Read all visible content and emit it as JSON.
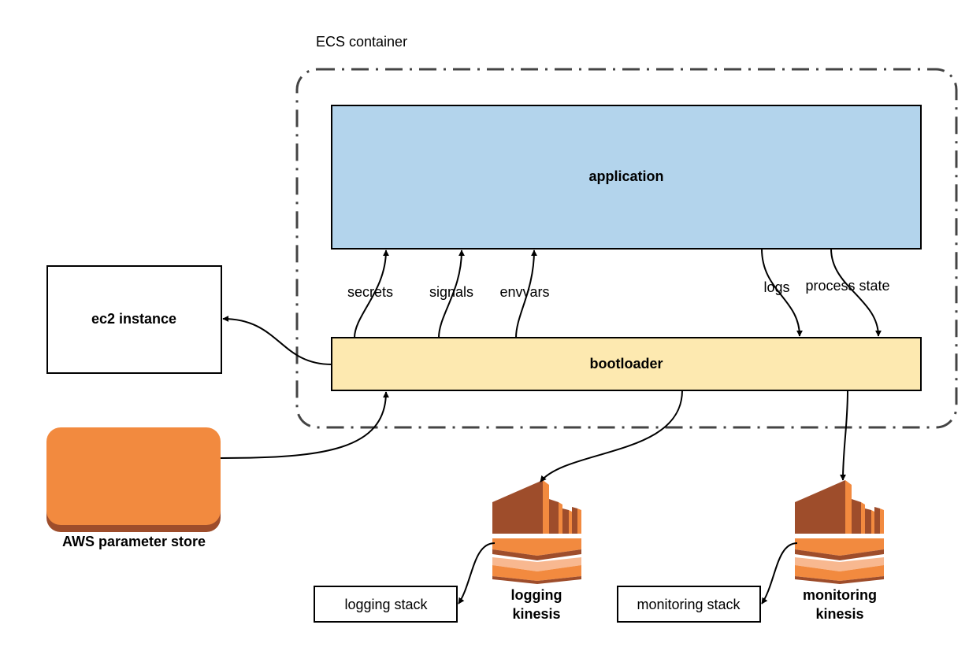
{
  "colors": {
    "application_fill": "#b3d4ec",
    "bootloader_fill": "#fde9b0",
    "parameter_store_fill": "#f28a3f",
    "kinesis_dark": "#9e4d2b",
    "kinesis_mid": "#f28a3f",
    "kinesis_light": "#f8b890",
    "container_border": "#444444"
  },
  "container": {
    "label": "ECS container"
  },
  "nodes": {
    "application": "application",
    "bootloader": "bootloader",
    "ec2_instance": "ec2 instance",
    "parameter_store": "AWS parameter store",
    "logging_stack": "logging stack",
    "monitoring_stack": "monitoring stack",
    "logging_kinesis": [
      "logging",
      "kinesis"
    ],
    "monitoring_kinesis": [
      "monitoring",
      "kinesis"
    ]
  },
  "edges": {
    "secrets": "secrets",
    "signals": "signals",
    "envvars": "envvars",
    "logs": "logs",
    "process_state": "process state"
  },
  "icons": {
    "logging_kinesis": "aws-kinesis-icon",
    "monitoring_kinesis": "aws-kinesis-icon",
    "parameter_store": "aws-parameter-store-icon"
  }
}
